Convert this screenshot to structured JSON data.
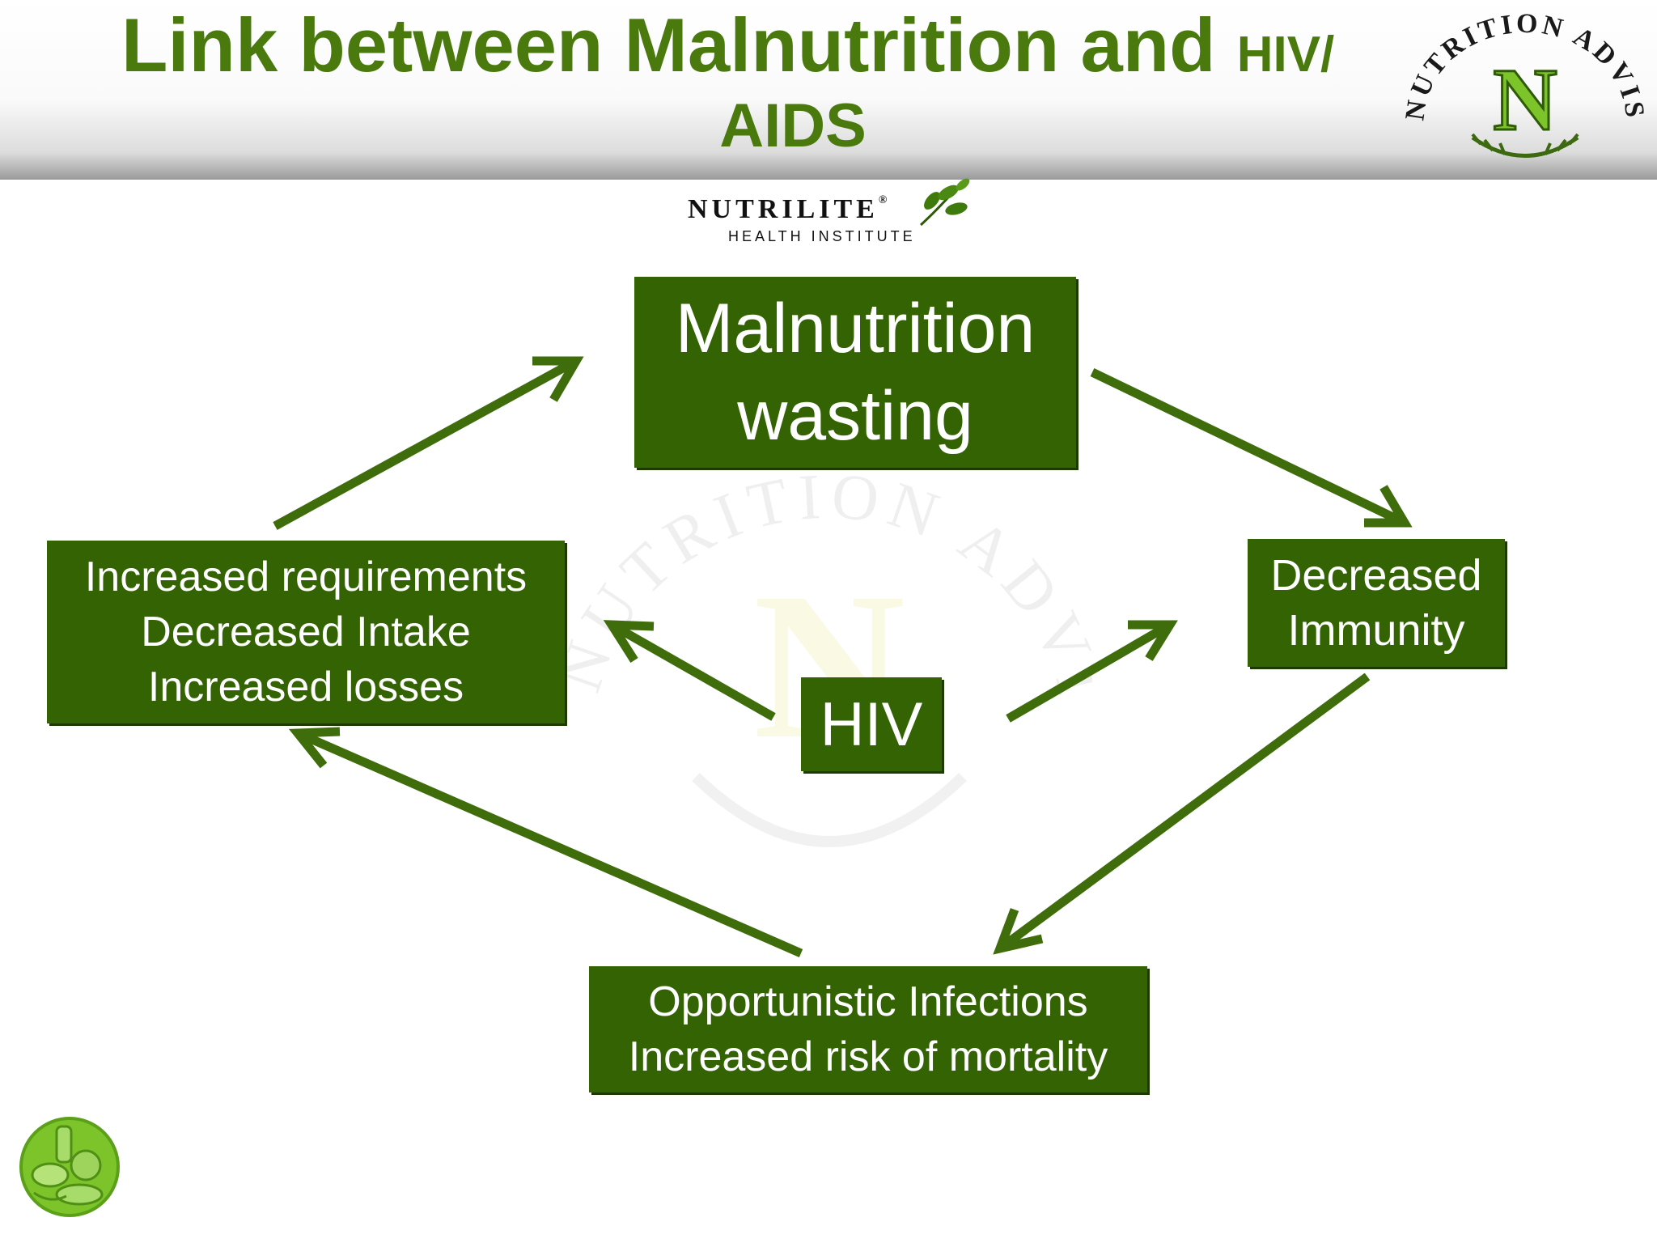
{
  "title": {
    "line1_main": "Link between Malnutrition and ",
    "line1_end": "HIV/",
    "line2": "AIDS"
  },
  "logo_seal": {
    "text": "NUTRITION ADVISOR",
    "letter": "N"
  },
  "brand": {
    "name": "NUTRILITE",
    "mark": "®",
    "subtitle": "HEALTH INSTITUTE"
  },
  "diagram": {
    "malnutrition": [
      "Malnutrition",
      "wasting"
    ],
    "requirements": [
      "Increased requirements",
      "Decreased Intake",
      "Increased losses"
    ],
    "immunity": [
      "Decreased",
      "Immunity"
    ],
    "hiv": "HIV",
    "infections": [
      "Opportunistic Infections",
      "Increased risk of mortality"
    ]
  },
  "colors": {
    "box_fill": "#346304",
    "arrow": "#3f6d0b",
    "title": "#4a7a0e"
  },
  "icons": [
    "leaf-icon",
    "nutrition-advisor-seal",
    "food-icon",
    "watermark-seal"
  ]
}
